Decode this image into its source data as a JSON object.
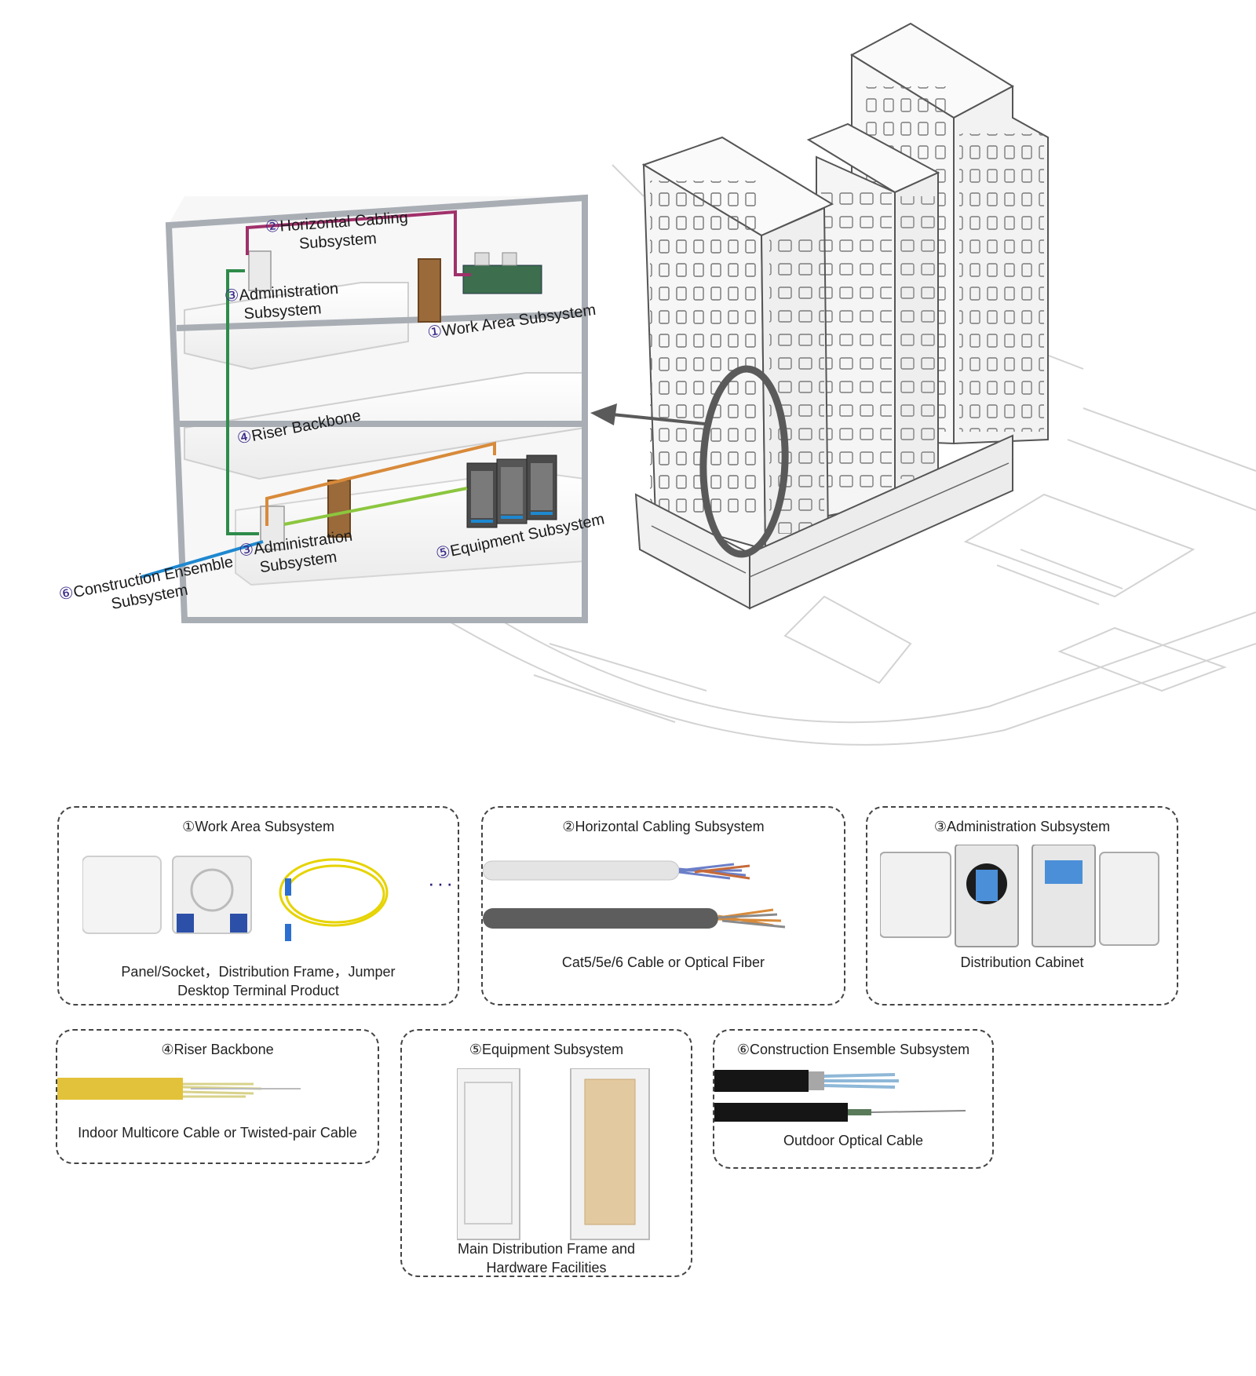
{
  "diagram": {
    "labels": {
      "horizontal_cabling": [
        "②",
        "Horizontal Cabling",
        "Subsystem"
      ],
      "administration_top": [
        "③",
        "Administration",
        "Subsystem"
      ],
      "work_area": [
        "①",
        "Work Area Subsystem"
      ],
      "riser_backbone": [
        "④",
        "Riser Backbone"
      ],
      "administration_bottom": [
        "③",
        "Administration",
        "Subsystem"
      ],
      "equipment": [
        "⑤",
        "Equipment Subsystem"
      ],
      "construction_ensemble": [
        "⑥",
        "Construction Ensemble",
        "Subsystem"
      ]
    },
    "colors": {
      "horizontal_cable": "#a0306a",
      "riser_cable": "#2e8b4a",
      "outdoor_cable": "#1e88d0",
      "equipment_cable": "#d88a3a",
      "lime_cable": "#8cc63f",
      "frame": "#a9aeb5",
      "circle_number": "#3a2a8a"
    }
  },
  "cards": [
    {
      "title": "①Work Area Subsystem",
      "caption": [
        "Panel/Socket，Distribution Frame，Jumper",
        "Desktop Terminal Product"
      ],
      "more": "···"
    },
    {
      "title": "②Horizontal Cabling Subsystem",
      "caption": [
        "Cat5/5e/6 Cable or Optical Fiber"
      ]
    },
    {
      "title": "③Administration Subsystem",
      "caption": [
        "Distribution Cabinet"
      ]
    },
    {
      "title": "④Riser Backbone",
      "caption": [
        "Indoor Multicore Cable or Twisted-pair Cable"
      ]
    },
    {
      "title": "⑤Equipment Subsystem",
      "caption": [
        "Main Distribution Frame and",
        "Hardware Facilities"
      ]
    },
    {
      "title": "⑥Construction Ensemble Subsystem",
      "caption": [
        "Outdoor Optical Cable"
      ]
    }
  ]
}
